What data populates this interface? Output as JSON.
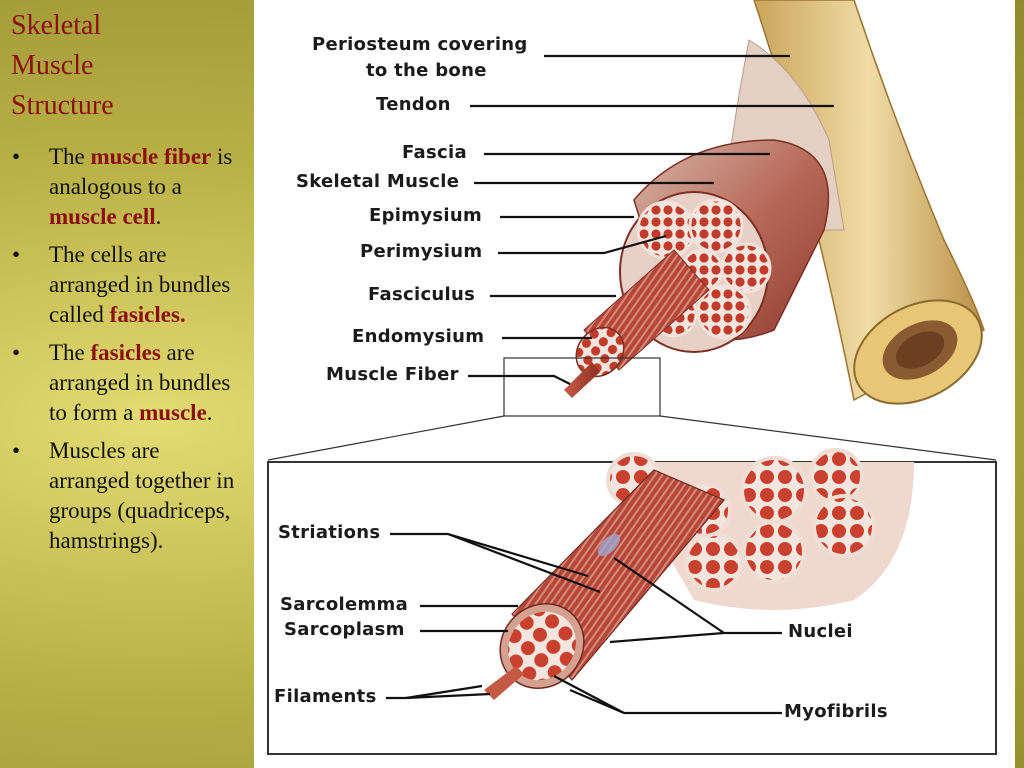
{
  "title": [
    "Skeletal",
    "Muscle",
    "Structure"
  ],
  "bullets": [
    [
      {
        "t": "The "
      },
      {
        "t": "muscle fiber",
        "b": true
      },
      {
        "t": " is analogous to a "
      },
      {
        "t": "muscle cell",
        "b": true
      },
      {
        "t": "."
      }
    ],
    [
      {
        "t": "The cells are arranged in bundles called "
      },
      {
        "t": "fasicles.",
        "b": true
      }
    ],
    [
      {
        "t": "The "
      },
      {
        "t": "fasicles",
        "b": true
      },
      {
        "t": " are arranged in bundles to form a "
      },
      {
        "t": "muscle",
        "b": true
      },
      {
        "t": "."
      }
    ],
    [
      {
        "t": "Muscles are arranged together in groups (quadriceps, hamstrings)."
      }
    ]
  ],
  "labels_top": {
    "periosteum_line1": "Periosteum covering",
    "periosteum_line2": "to the bone",
    "tendon": "Tendon",
    "fascia": "Fascia",
    "skeletal_muscle": "Skeletal Muscle",
    "epimysium": "Epimysium",
    "perimysium": "Perimysium",
    "fasciculus": "Fasciculus",
    "endomysium": "Endomysium",
    "muscle_fiber": "Muscle Fiber"
  },
  "labels_bottom": {
    "striations": "Striations",
    "sarcolemma": "Sarcolemma",
    "sarcoplasm": "Sarcoplasm",
    "filaments": "Filaments",
    "nuclei": "Nuclei",
    "myofibrils": "Myofibrils"
  },
  "colors": {
    "title": "#8b0f10",
    "background": "#c6be4e",
    "muscle": "#b5473a",
    "bone": "#e6c98a"
  }
}
